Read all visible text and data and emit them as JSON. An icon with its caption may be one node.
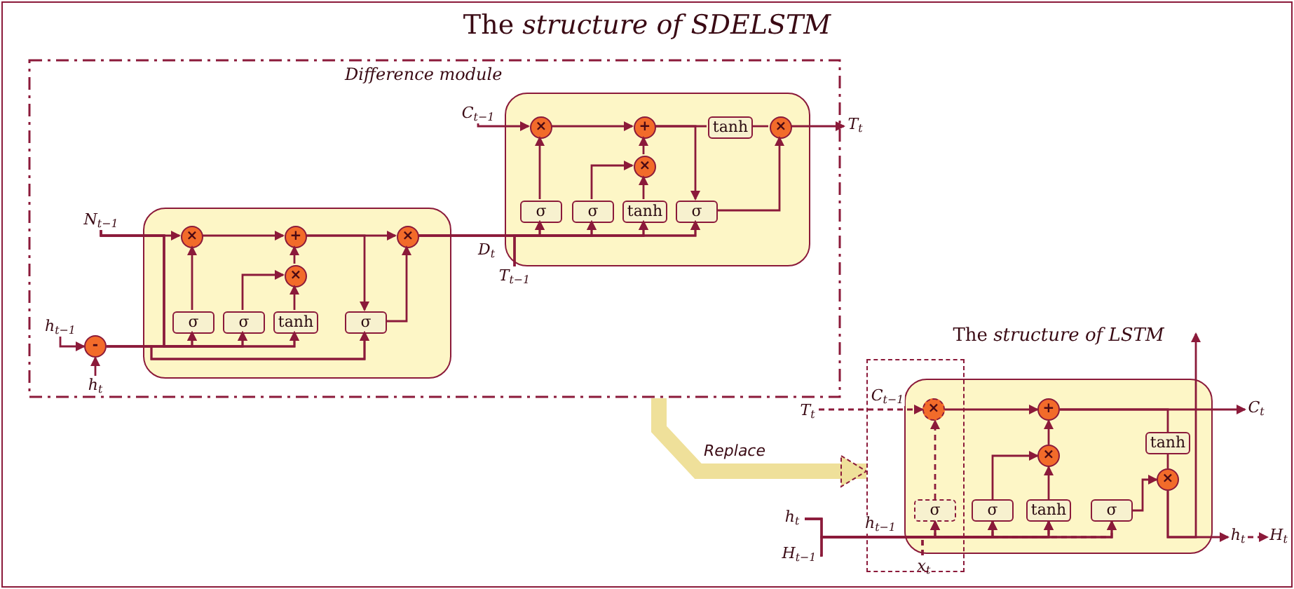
{
  "diagram": {
    "title": "The *structure of SDELSTM*",
    "nodes": [
      {
        "text": [
          "Difference module"
        ]
      },
      {
        "text": [],
        "shape": "box",
        "in": 0
      },
      {
        "text": [
          "×"
        ],
        "in": 1
      },
      {
        "text": [
          "+"
        ],
        "in": 1
      },
      {
        "text": [
          "×"
        ],
        "in": 1
      },
      {
        "text": [
          "×"
        ],
        "in": 1
      },
      {
        "text": [
          "σ"
        ],
        "in": 1
      },
      {
        "text": [
          "σ"
        ],
        "in": 1
      },
      {
        "text": [
          "tanh"
        ],
        "in": 1
      },
      {
        "text": [
          "σ"
        ],
        "in": 1
      },
      {
        "text": [
          "-"
        ],
        "in": 0
      },
      {
        "text": [
          "N$_{t−1}$"
        ],
        "in": 0
      },
      {
        "text": [
          "h$_{t−1}$"
        ],
        "in": 0
      },
      {
        "text": [
          "h$_{t}$"
        ],
        "in": 0
      },
      {
        "text": [],
        "shape": "box",
        "in": 0
      },
      {
        "text": [
          "×"
        ],
        "in": 14
      },
      {
        "text": [
          "+"
        ],
        "in": 14
      },
      {
        "text": [
          "×"
        ],
        "in": 14
      },
      {
        "text": [
          "tanh"
        ],
        "in": 14
      },
      {
        "text": [
          "×"
        ],
        "in": 14
      },
      {
        "text": [
          "σ"
        ],
        "in": 14
      },
      {
        "text": [
          "σ"
        ],
        "in": 14
      },
      {
        "text": [
          "tanh"
        ],
        "in": 14
      },
      {
        "text": [
          "σ"
        ],
        "in": 14
      },
      {
        "text": [
          "C$_{t−1}$"
        ],
        "in": 0
      },
      {
        "text": [
          "T$_{t−1}$"
        ],
        "in": 0
      },
      {
        "text": [
          "T$_{t}$"
        ]
      },
      {
        "text": [
          "The *structure of LSTM*"
        ]
      },
      {
        "text": [],
        "shape": "box"
      },
      {
        "text": [
          "×"
        ]
      },
      {
        "text": [
          "σ"
        ]
      },
      {
        "text": [
          "+"
        ],
        "in": 27
      },
      {
        "text": [
          "×"
        ],
        "in": 27
      },
      {
        "text": [
          "σ"
        ],
        "in": 27
      },
      {
        "text": [
          "tanh"
        ],
        "in": 27
      },
      {
        "text": [
          "σ"
        ],
        "in": 27
      },
      {
        "text": [
          "tanh"
        ],
        "in": 27
      },
      {
        "text": [
          "×"
        ],
        "in": 27
      },
      {
        "text": [
          "T$_{t}$"
        ]
      },
      {
        "text": [
          "h$_{t}$"
        ]
      },
      {
        "text": [
          "H$_{t−1}$"
        ]
      },
      {
        "text": [
          "x$_{t}$"
        ],
        "in": 28
      },
      {
        "text": [
          "C$_{t}$"
        ]
      },
      {
        "text": [
          "h$_{t}$"
        ]
      },
      {
        "text": [
          "H$_{t}$"
        ]
      }
    ],
    "edges": [
      {
        "from": 12,
        "to": 10,
        "arrow": "to"
      },
      {
        "from": 13,
        "to": 10,
        "arrow": "to"
      },
      {
        "from": 10,
        "to": 6,
        "arrow": "to"
      },
      {
        "from": 10,
        "to": 7,
        "arrow": "to"
      },
      {
        "from": 10,
        "to": 8,
        "arrow": "to"
      },
      {
        "from": 10,
        "to": 9,
        "arrow": "to"
      },
      {
        "from": 11,
        "to": 2,
        "arrow": "to"
      },
      {
        "from": 11,
        "to": 6,
        "arrow": "to"
      },
      {
        "from": 11,
        "to": 7,
        "arrow": "to"
      },
      {
        "from": 11,
        "to": 8,
        "arrow": "to"
      },
      {
        "from": 11,
        "to": 9,
        "arrow": "to"
      },
      {
        "from": 6,
        "to": 2,
        "arrow": "to"
      },
      {
        "from": 7,
        "to": 4,
        "arrow": "to"
      },
      {
        "from": 8,
        "to": 4,
        "arrow": "to"
      },
      {
        "from": 4,
        "to": 3,
        "arrow": "to"
      },
      {
        "from": 2,
        "to": 3,
        "arrow": "to"
      },
      {
        "from": 3,
        "to": 5,
        "arrow": "to"
      },
      {
        "from": 3,
        "to": 9,
        "arrow": "to"
      },
      {
        "from": 9,
        "to": 5,
        "arrow": "to"
      },
      {
        "from": 5,
        "to": 20,
        "arrow": "to",
        "label": "D$_{t}$"
      },
      {
        "from": 5,
        "to": 21,
        "arrow": "to"
      },
      {
        "from": 5,
        "to": 22,
        "arrow": "to"
      },
      {
        "from": 5,
        "to": 23,
        "arrow": "to"
      },
      {
        "from": 25,
        "to": 20,
        "arrow": "to"
      },
      {
        "from": 25,
        "to": 21,
        "arrow": "to"
      },
      {
        "from": 25,
        "to": 22,
        "arrow": "to"
      },
      {
        "from": 25,
        "to": 23,
        "arrow": "to"
      },
      {
        "from": 24,
        "to": 15,
        "arrow": "to"
      },
      {
        "from": 15,
        "to": 16,
        "arrow": "to"
      },
      {
        "from": 20,
        "to": 15,
        "arrow": "to"
      },
      {
        "from": 21,
        "to": 17,
        "arrow": "to"
      },
      {
        "from": 22,
        "to": 17,
        "arrow": "to"
      },
      {
        "from": 17,
        "to": 16,
        "arrow": "to"
      },
      {
        "from": 16,
        "to": 18,
        "arrow": "none"
      },
      {
        "from": 16,
        "to": 23,
        "arrow": "to"
      },
      {
        "from": 18,
        "to": 19,
        "arrow": "none"
      },
      {
        "from": 23,
        "to": 19,
        "arrow": "to"
      },
      {
        "from": 19,
        "to": 26,
        "arrow": "to"
      },
      {
        "from": 0,
        "to": 28,
        "arrow": "to",
        "label": "Replace",
        "style": "thick",
        "color": "#efe09a"
      },
      {
        "from": 38,
        "to": 29,
        "arrow": "to",
        "label": "C$_{t−1}$",
        "style": "dashed"
      },
      {
        "from": 30,
        "to": 29,
        "arrow": "to",
        "style": "dashed"
      },
      {
        "from": 29,
        "to": 31,
        "arrow": "to"
      },
      {
        "from": 39,
        "to": 30,
        "arrow": "to",
        "label": "h$_{t−1}$"
      },
      {
        "from": 39,
        "to": 33,
        "arrow": "to"
      },
      {
        "from": 39,
        "to": 34,
        "arrow": "to"
      },
      {
        "from": 39,
        "to": 35,
        "arrow": "to"
      },
      {
        "from": 40,
        "to": 30,
        "arrow": "to"
      },
      {
        "from": 40,
        "to": 33,
        "arrow": "to"
      },
      {
        "from": 40,
        "to": 34,
        "arrow": "to"
      },
      {
        "from": 40,
        "to": 35,
        "arrow": "to"
      },
      {
        "from": 41,
        "to": 30,
        "arrow": "to",
        "style": "dashed"
      },
      {
        "from": 41,
        "to": 33,
        "arrow": "to",
        "style": "dashed"
      },
      {
        "from": 41,
        "to": 34,
        "arrow": "to",
        "style": "dashed"
      },
      {
        "from": 41,
        "to": 35,
        "arrow": "to",
        "style": "dashed"
      },
      {
        "from": 33,
        "to": 32,
        "arrow": "to"
      },
      {
        "from": 34,
        "to": 32,
        "arrow": "to"
      },
      {
        "from": 32,
        "to": 31,
        "arrow": "to"
      },
      {
        "from": 31,
        "to": 42,
        "arrow": "to"
      },
      {
        "from": 31,
        "to": 36,
        "arrow": "none"
      },
      {
        "from": 36,
        "to": 37,
        "arrow": "none"
      },
      {
        "from": 35,
        "to": 37,
        "arrow": "to"
      },
      {
        "from": 37,
        "to": 43,
        "arrow": "to"
      },
      {
        "from": 37,
        "to": null,
        "arrow": "to"
      },
      {
        "from": 43,
        "to": 44,
        "arrow": "to",
        "style": "dashed"
      }
    ]
  }
}
